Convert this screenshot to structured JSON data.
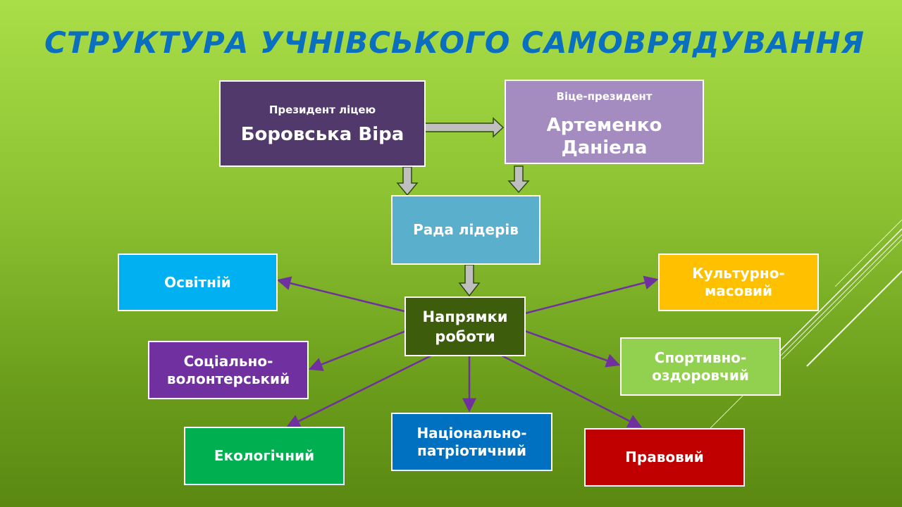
{
  "title": "СТРУКТУРА УЧНІВСЬКОГО САМОВРЯДУВАННЯ",
  "president": {
    "role": "Президент ліцею",
    "name": "Боровська Віра",
    "color": "#513a6b"
  },
  "vice_president": {
    "role": "Віце-президент",
    "name_line1": "Артеменко",
    "name_line2": "Даніела",
    "color": "#a48cc0"
  },
  "council": {
    "label": "Рада лідерів",
    "color": "#5aafcc"
  },
  "hub": {
    "line1": "Напрямки",
    "line2": "роботи",
    "color": "#3d5c0c"
  },
  "directions": [
    {
      "line1": "Освітній",
      "line2": "",
      "color": "#00b0f0"
    },
    {
      "line1": "Культурно-",
      "line2": "масовий",
      "color": "#ffc000"
    },
    {
      "line1": "Соціально-",
      "line2": "волонтерський",
      "color": "#7030a0"
    },
    {
      "line1": "Спортивно-",
      "line2": "оздоровчий",
      "color": "#92d050"
    },
    {
      "line1": "Екологічний",
      "line2": "",
      "color": "#00b050"
    },
    {
      "line1": "Національно-",
      "line2": "патріотичний",
      "color": "#0070c0"
    },
    {
      "line1": "Правовий",
      "line2": "",
      "color": "#c00000"
    }
  ]
}
